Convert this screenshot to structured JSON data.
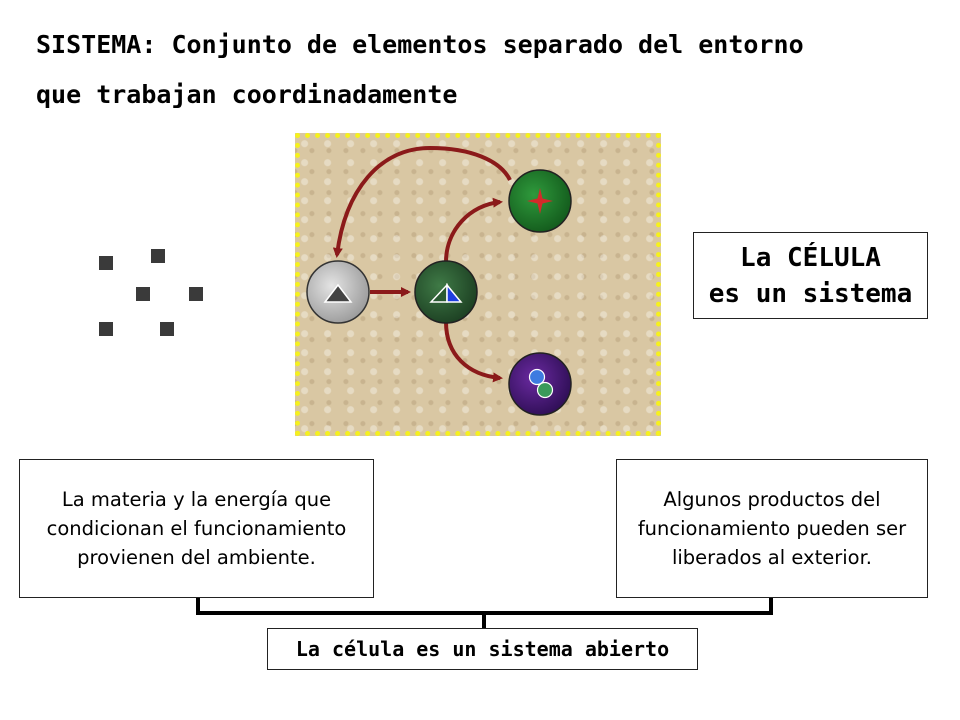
{
  "title": {
    "line1": "SISTEMA: Conjunto de elementos separado del entorno",
    "line2": "que trabajan coordinadamente"
  },
  "diagram": {
    "elements": [
      {
        "name": "grey-element",
        "symbol": "triangle",
        "color": "#c8c8c8"
      },
      {
        "name": "dark-green-element",
        "symbol": "half-blue-triangle",
        "color": "#2a5a32"
      },
      {
        "name": "green-element",
        "symbol": "star",
        "color": "#1e7a2a"
      },
      {
        "name": "purple-element",
        "symbol": "two-circles",
        "color": "#4a1a7a"
      }
    ],
    "arrow_color": "#8b1a1a",
    "border_color": "#f5f01e",
    "background_color": "#d9c7a3"
  },
  "cell_box": {
    "line1": "La CÉLULA",
    "line2": "es un sistema"
  },
  "matter_box": {
    "text": "La materia y la energía que condicionan el funcionamiento provienen del ambiente."
  },
  "products_box": {
    "text": "Algunos productos del funcionamiento pueden ser liberados al exterior."
  },
  "conclusion": {
    "text": "La célula es un sistema abierto"
  }
}
